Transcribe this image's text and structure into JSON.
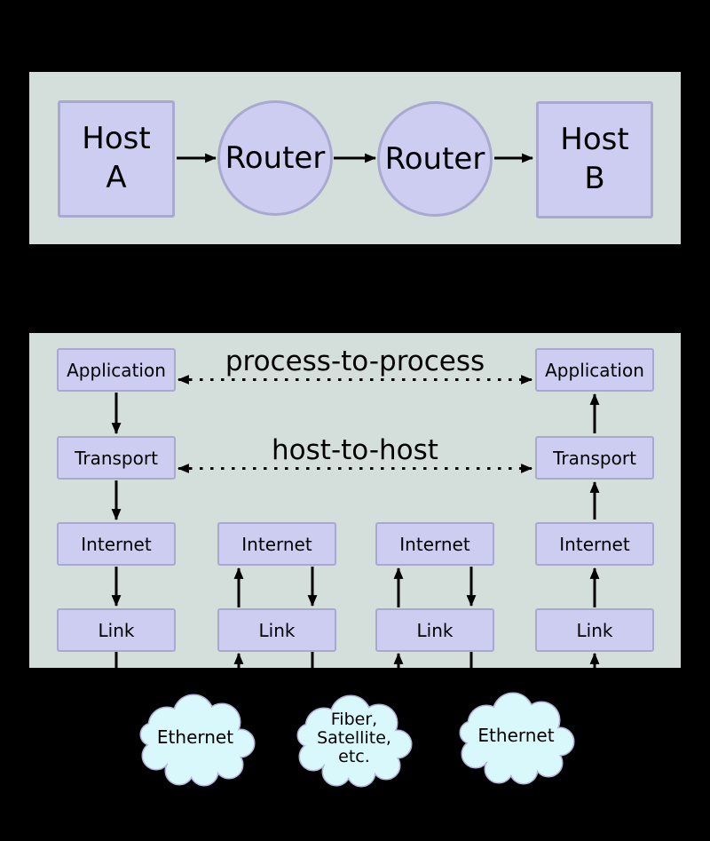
{
  "top_panel": {
    "host_a_label": "Host\nA",
    "router_1_label": "Router",
    "router_2_label": "Router",
    "host_b_label": "Host\nB"
  },
  "stack_panel": {
    "process_to_process_label": "process-to-process",
    "host_to_host_label": "host-to-host",
    "host_a_stack": {
      "application": "Application",
      "transport": "Transport",
      "internet": "Internet",
      "link": "Link"
    },
    "router_1_stack": {
      "internet": "Internet",
      "link": "Link"
    },
    "router_2_stack": {
      "internet": "Internet",
      "link": "Link"
    },
    "host_b_stack": {
      "application": "Application",
      "transport": "Transport",
      "internet": "Internet",
      "link": "Link"
    }
  },
  "clouds": {
    "left": "Ethernet",
    "middle": "Fiber,\nSatellite,\netc.",
    "right": "Ethernet"
  },
  "colors": {
    "background": "#000000",
    "panel_background": "#d4dfdb",
    "node_fill": "#cdcdf2",
    "node_border": "#a9a9d0",
    "cloud_fill": "#d9f8fb",
    "cloud_border": "#b5b4dc",
    "line_color": "#000000"
  }
}
